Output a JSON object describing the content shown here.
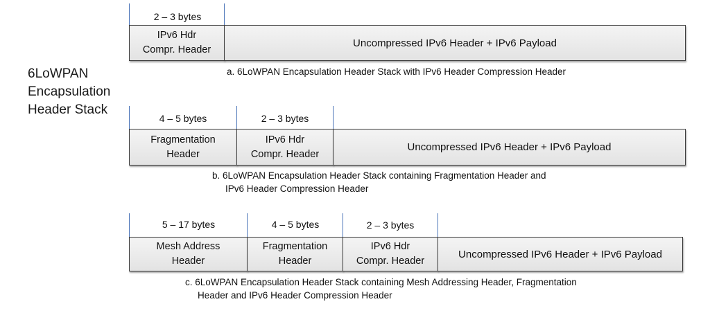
{
  "side_title": [
    "6LoWPAN",
    "Encapsulation",
    "Header Stack"
  ],
  "stacks": {
    "a": {
      "bytes": [
        "2 – 3  bytes"
      ],
      "cells": [
        [
          "IPv6 Hdr",
          "Compr. Header"
        ],
        [
          "Uncompressed IPv6 Header + IPv6 Payload"
        ]
      ],
      "caption": [
        "a. 6LoWPAN Encapsulation Header Stack with IPv6 Header Compression Header"
      ]
    },
    "b": {
      "bytes": [
        "4 – 5  bytes",
        "2 – 3  bytes"
      ],
      "cells": [
        [
          "Fragmentation",
          "Header"
        ],
        [
          "IPv6 Hdr",
          "Compr. Header"
        ],
        [
          "Uncompressed IPv6 Header + IPv6 Payload"
        ]
      ],
      "caption": [
        "b. 6LoWPAN Encapsulation Header Stack containing Fragmentation Header and",
        "IPv6 Header Compression Header"
      ]
    },
    "c": {
      "bytes": [
        "5 – 17  bytes",
        "4 – 5  bytes",
        "2 – 3  bytes"
      ],
      "cells": [
        [
          "Mesh Address",
          "Header"
        ],
        [
          "Fragmentation",
          "Header"
        ],
        [
          "IPv6 Hdr",
          "Compr. Header"
        ],
        [
          "Uncompressed IPv6 Header + IPv6 Payload"
        ]
      ],
      "caption": [
        "c. 6LoWPAN Encapsulation Header Stack containing Mesh Addressing Header, Fragmentation",
        "Header and IPv6 Header Compression Header"
      ]
    }
  }
}
